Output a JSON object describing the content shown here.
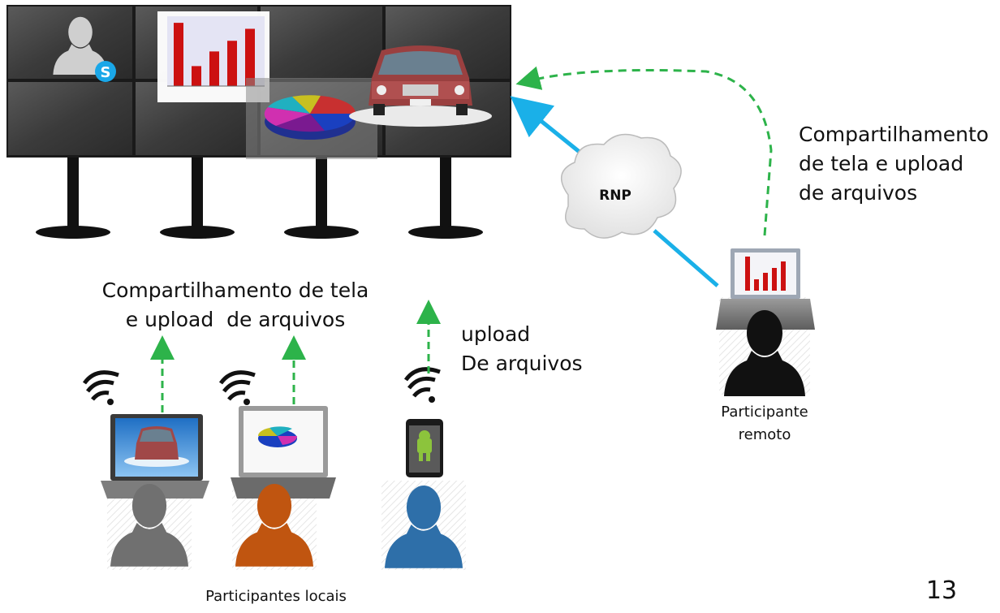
{
  "video_wall": {
    "chart_labels": [
      "",
      "",
      "",
      "",
      "",
      ""
    ],
    "bar_values": [
      95,
      30,
      52,
      68,
      86
    ]
  },
  "network": {
    "cloud_label": "RNP"
  },
  "remote": {
    "caption_lines": [
      "Compartilhamento",
      "de tela e upload",
      "de arquivos"
    ],
    "participant_label": [
      "Participante",
      "remoto"
    ]
  },
  "local": {
    "caption_lines": [
      "Compartilhamento de tela",
      "e upload  de arquivos"
    ],
    "upload_lines": [
      "upload",
      "De arquivos"
    ],
    "participants_label": "Participantes locais"
  },
  "page_number": "13",
  "colors": {
    "link_blue": "#1ab0e8",
    "dashed_green": "#2db34a",
    "person_black": "#111111",
    "person_gray": "#707070",
    "person_orange": "#c05510",
    "person_blue": "#2e6fa9",
    "bar_red": "#cc1111"
  }
}
